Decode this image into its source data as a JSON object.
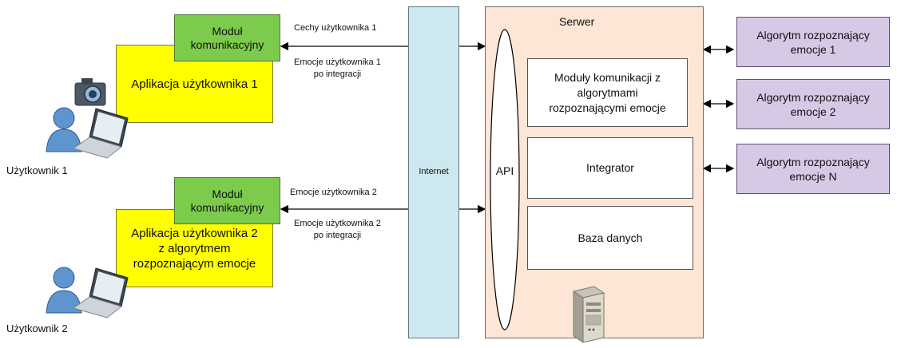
{
  "users": [
    {
      "label": "Użytkownik 1",
      "app": "Aplikacja użytkownika 1",
      "module": "Moduł\nkomunikacyjny"
    },
    {
      "label": "Użytkownik 2",
      "app": "Aplikacja użytkownika 2\nz algorytmem\nrozpoznającym emocje",
      "module": "Moduł\nkomunikacyjny"
    }
  ],
  "arrows": {
    "u1_top": "Cechy użytkownika 1",
    "u1_bottom": "Emocje użytkownika 1\npo integracji",
    "u2_top": "Emocje użytkownika 2",
    "u2_bottom": "Emocje użytkownika 2\npo integracji"
  },
  "internet": "Internet",
  "server": {
    "title": "Serwer",
    "api": "API",
    "modules": "Moduły komunikacji z\nalgorytmami\nrozpoznającymi emocje",
    "integrator": "Integrator",
    "database": "Baza danych"
  },
  "algorithms": [
    "Algorytm rozpoznający\nemocje 1",
    "Algorytm rozpoznający\nemocje 2",
    "Algorytm rozpoznający\nemocje N"
  ],
  "colors": {
    "app": "#ffff00",
    "module": "#7ccb4c",
    "internet": "#cde8ee",
    "server": "#fde6d6",
    "algorithm": "#d7c8e6"
  },
  "icons": [
    "user-laptop-camera-icon",
    "user-laptop-icon",
    "server-rack-icon"
  ]
}
